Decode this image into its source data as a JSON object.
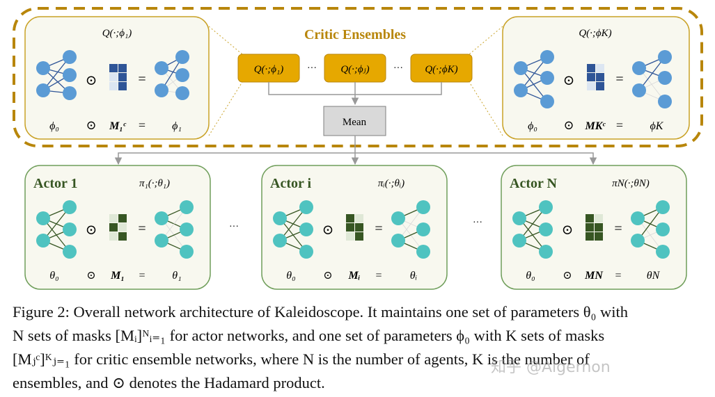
{
  "critic": {
    "title": "Critic Ensembles",
    "q1_label": "Q(·;ϕ₁)",
    "qj_label": "Q(·;ϕⱼ)",
    "qk_label": "Q(·;ϕK)",
    "dots": "···",
    "left_panel": {
      "title": "Q(·;ϕ₁)",
      "base": "ϕ₀",
      "op": "⊙",
      "mask": "M₁ᶜ",
      "eq": "=",
      "result": "ϕ₁"
    },
    "right_panel": {
      "title": "Q(·;ϕK)",
      "base": "ϕ₀",
      "op": "⊙",
      "mask": "MKᶜ",
      "eq": "=",
      "result": "ϕK"
    },
    "mean_label": "Mean"
  },
  "actors": [
    {
      "name": "Actor 1",
      "policy": "π₁(·;θ₁)",
      "base": "θ₀",
      "op": "⊙",
      "mask": "M₁",
      "eq": "=",
      "result": "θ₁"
    },
    {
      "name": "Actor i",
      "policy": "πᵢ(·;θᵢ)",
      "base": "θ₀",
      "op": "⊙",
      "mask": "Mᵢ",
      "eq": "=",
      "result": "θᵢ"
    },
    {
      "name": "Actor N",
      "policy": "πN(·;θN)",
      "base": "θ₀",
      "op": "⊙",
      "mask": "MN",
      "eq": "=",
      "result": "θN"
    }
  ],
  "actor_dots": "···",
  "caption": {
    "line1": "Figure 2: Overall network architecture of Kaleidoscope. It maintains one set of parameters θ₀ with",
    "line2": "N sets of masks [Mᵢ]ᴺᵢ₌₁ for actor networks, and one set of parameters ϕ₀ with K sets of masks",
    "line3": "[Mⱼᶜ]ᴷⱼ₌₁ for critic ensemble networks, where N is the number of agents, K is the number of",
    "line4": "ensembles, and ⊙ denotes the Hadamard product."
  },
  "watermark": "知乎 @Algernon",
  "colors": {
    "critic_border": "#b8860b",
    "critic_title": "#b8860b",
    "q_box": "#e6a800",
    "blue_node": "#5b9bd5",
    "blue_edge": "#2f5597",
    "mask_blue": "#2f5597",
    "mask_blue_light": "#dce6f2",
    "teal_node": "#4fc3c0",
    "green_edge": "#375623",
    "mask_green": "#375623",
    "mask_green_light": "#dfe8d6",
    "panel_border_critic": "#c9a227",
    "panel_border_actor": "#6f9e5a",
    "panel_fill": "#f8f8ef"
  }
}
